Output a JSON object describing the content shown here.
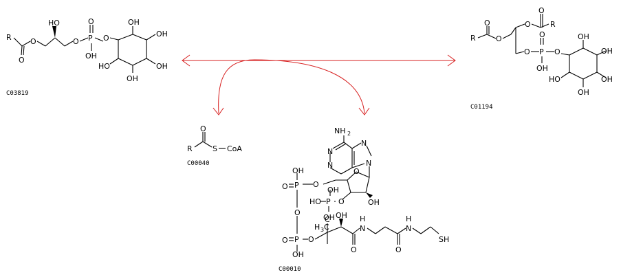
{
  "compounds": {
    "c03819": {
      "id": "C03819"
    },
    "c01194": {
      "id": "C01194"
    },
    "c00040": {
      "id": "C00040"
    },
    "c00010": {
      "id": "C00010"
    }
  },
  "labels": {
    "R": "R",
    "O": "O",
    "OH": "OH",
    "P": "P",
    "HO": "HO",
    "S": "S",
    "CoA": "CoA",
    "NH2": "NH",
    "two": "2",
    "N": "N",
    "SH": "SH",
    "H3C": "H",
    "three": "3",
    "C": "C",
    "H": "H"
  },
  "colors": {
    "arrow": "#d71f1f",
    "structure": "#000000",
    "background": "#ffffff"
  }
}
